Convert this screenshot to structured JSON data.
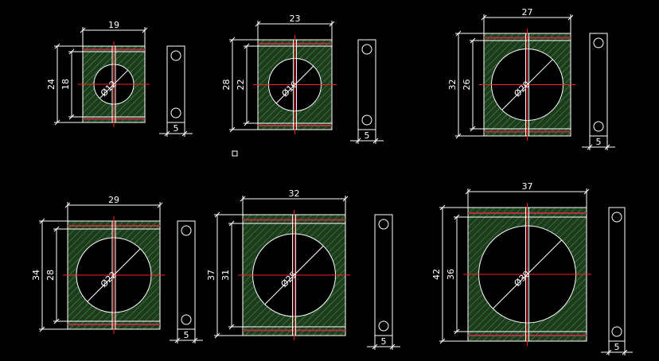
{
  "colors": {
    "background": "#000000",
    "outline": "#ffffff",
    "hatch": "#3fa34d",
    "fill": "#1e3b1e",
    "centerline": "#ff2020",
    "bolt_band": "#b03040",
    "dimension": "#ffffff"
  },
  "clamps": [
    {
      "id": "clamp-1",
      "width": "19",
      "height": "24",
      "inner_height": "18",
      "diameter": "Ø12",
      "plate_width": "5"
    },
    {
      "id": "clamp-2",
      "width": "23",
      "height": "28",
      "inner_height": "22",
      "diameter": "Ø16",
      "plate_width": "5"
    },
    {
      "id": "clamp-3",
      "width": "27",
      "height": "32",
      "inner_height": "26",
      "diameter": "Ø20",
      "plate_width": "5"
    },
    {
      "id": "clamp-4",
      "width": "29",
      "height": "34",
      "inner_height": "28",
      "diameter": "Ø22",
      "plate_width": "5"
    },
    {
      "id": "clamp-5",
      "width": "32",
      "height": "37",
      "inner_height": "31",
      "diameter": "Ø25",
      "plate_width": "5"
    },
    {
      "id": "clamp-6",
      "width": "37",
      "height": "42",
      "inner_height": "36",
      "diameter": "Ø30",
      "plate_width": "5"
    }
  ]
}
